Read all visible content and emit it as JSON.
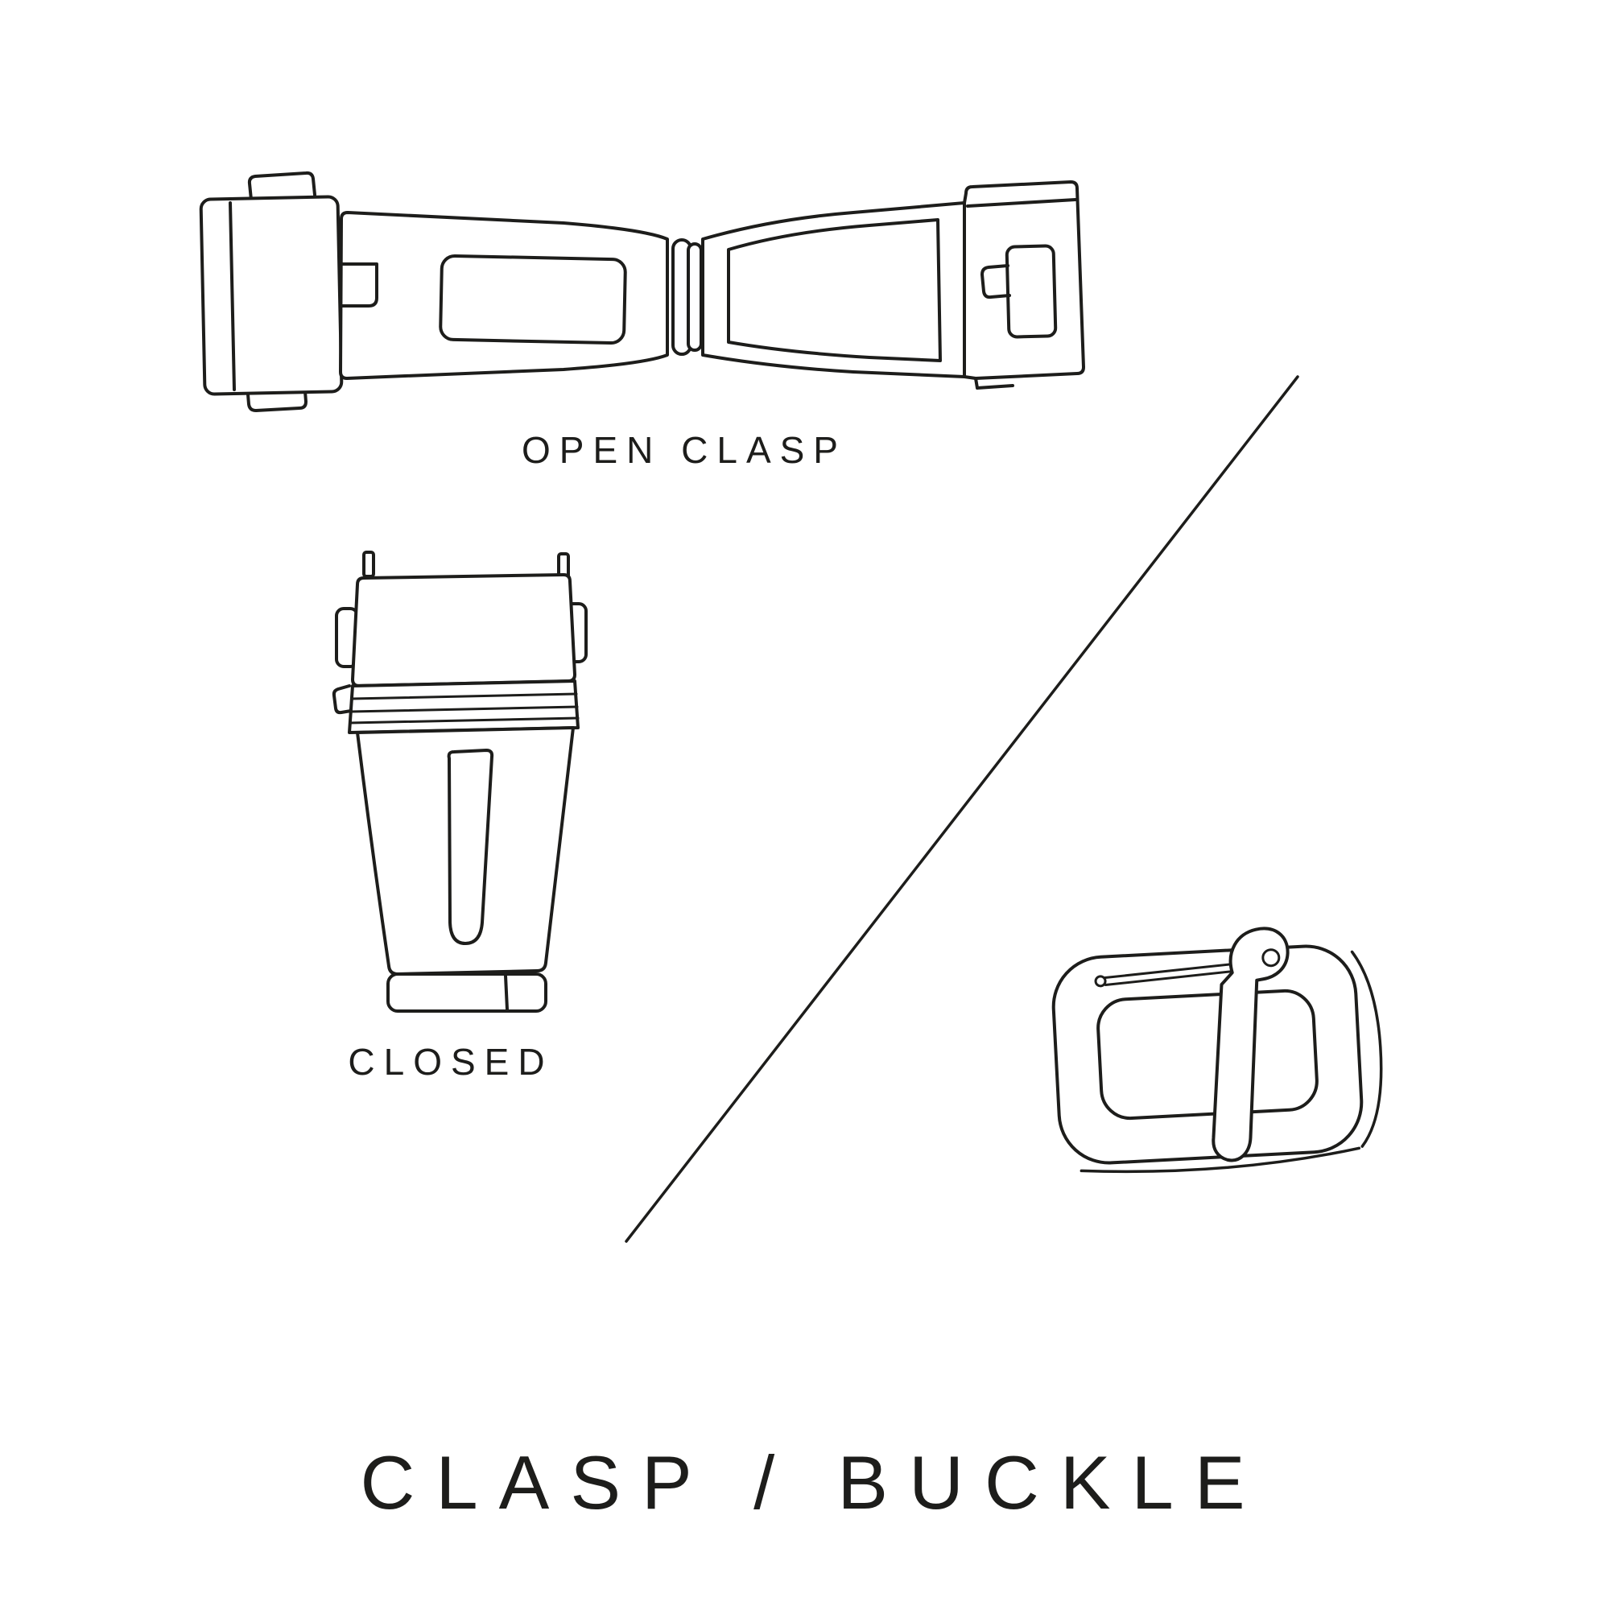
{
  "page": {
    "background_color": "#ffffff",
    "line_color": "#1d1d1b",
    "text_color": "#1d1d1b",
    "title": "CLASP / BUCKLE"
  },
  "captions": {
    "open_clasp": "OPEN CLASP",
    "closed_clasp": "CLOSED"
  },
  "illustrations": {
    "open_clasp": "open-clasp-line-drawing",
    "closed_clasp": "closed-clasp-line-drawing",
    "buckle": "tang-buckle-line-drawing",
    "divider": "diagonal-divider-line"
  }
}
